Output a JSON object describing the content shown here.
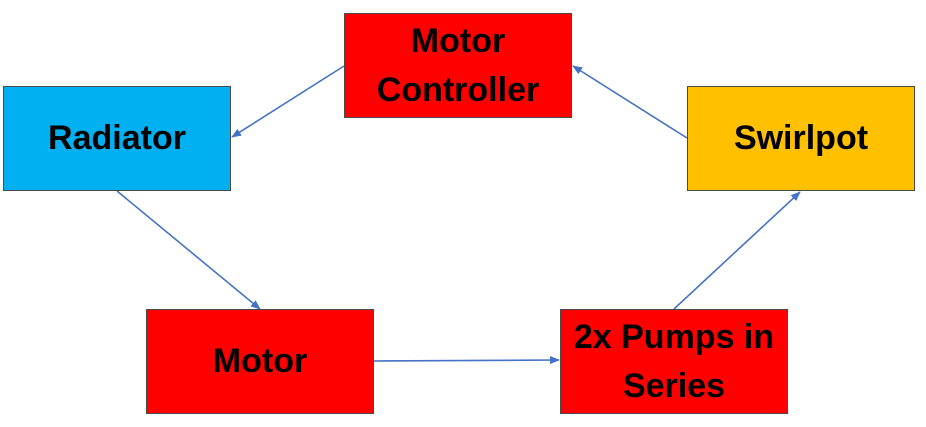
{
  "colors": {
    "red": "#ff0000",
    "blue": "#00b0f0",
    "orange": "#ffc000",
    "arrow": "#4472c4"
  },
  "nodes": {
    "motor_controller": {
      "label": "Motor\nController",
      "color": "#ff0000"
    },
    "radiator": {
      "label": "Radiator",
      "color": "#00b0f0"
    },
    "swirlpot": {
      "label": "Swirlpot",
      "color": "#ffc000"
    },
    "motor": {
      "label": "Motor",
      "color": "#ff0000"
    },
    "pumps": {
      "label": "2x Pumps in\nSeries",
      "color": "#ff0000"
    }
  },
  "edges": [
    {
      "from": "motor_controller",
      "to": "radiator"
    },
    {
      "from": "radiator",
      "to": "motor"
    },
    {
      "from": "motor",
      "to": "pumps"
    },
    {
      "from": "pumps",
      "to": "swirlpot"
    },
    {
      "from": "swirlpot",
      "to": "motor_controller"
    }
  ]
}
